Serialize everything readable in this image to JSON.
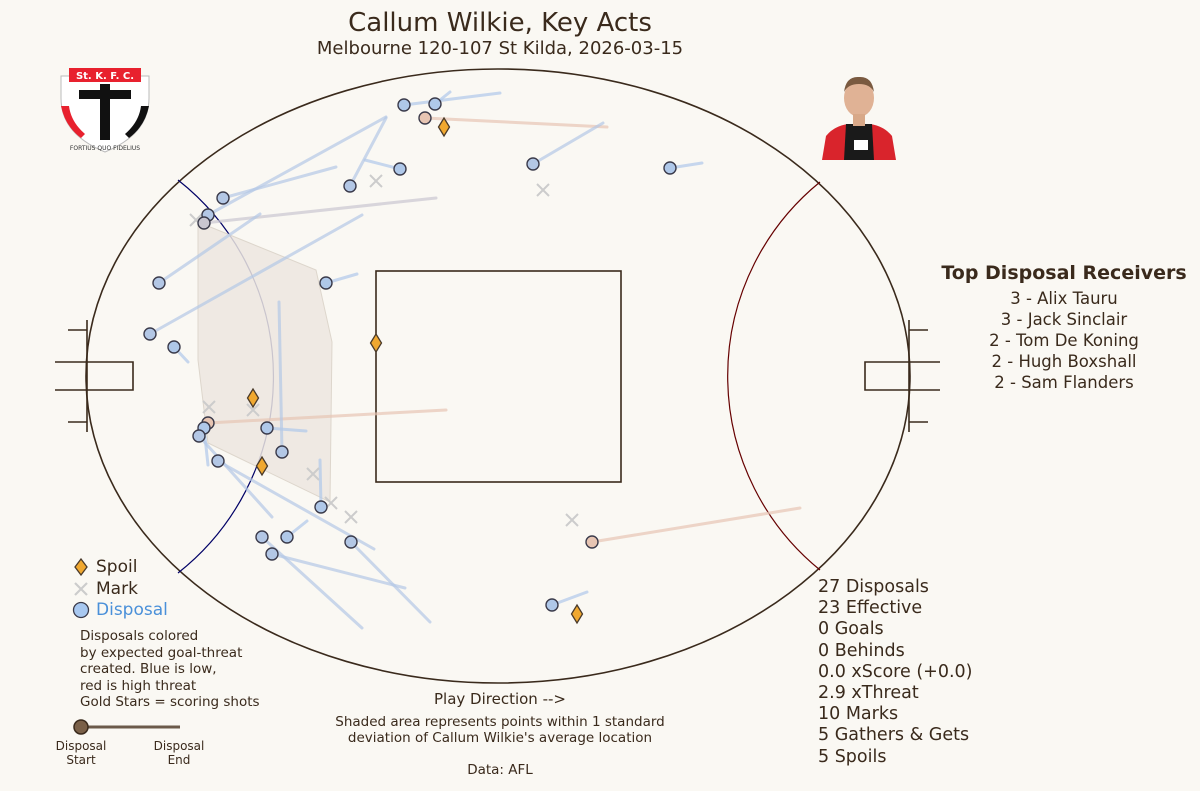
{
  "header": {
    "title": "Callum Wilkie, Key Acts",
    "subtitle": "Melbourne 120-107 St Kilda, 2026-03-15"
  },
  "logo": {
    "text_top": "St. K. F. C.",
    "motto": "FORTIUS QUO FIDELIUS",
    "colors": {
      "red": "#e8212e",
      "black": "#111111",
      "white": "#ffffff"
    }
  },
  "legend": {
    "spoil": "Spoil",
    "mark": "Mark",
    "disposal": "Disposal",
    "note_lines": [
      "Disposals colored",
      "by expected goal-threat",
      "created. Blue is low,",
      "red is high threat",
      "Gold Stars = scoring shots"
    ],
    "key_start": "Disposal\nStart",
    "key_end": "Disposal\nEnd",
    "key_start_lines": [
      "Disposal",
      "Start"
    ],
    "key_end_lines": [
      "Disposal",
      "End"
    ]
  },
  "receivers": {
    "title": "Top Disposal Receivers",
    "items": [
      "3 - Alix Tauru",
      "3 - Jack Sinclair",
      "2 - Tom De Koning",
      "2 - Hugh Boxshall",
      "2 - Sam Flanders"
    ]
  },
  "stats": [
    "27 Disposals",
    "23 Effective",
    "0 Goals",
    "0 Behinds",
    "0.0 xScore (+0.0)",
    "2.9 xThreat",
    "10 Marks",
    "5 Gathers & Gets",
    "5 Spoils"
  ],
  "footer": {
    "play_direction": "Play Direction -->",
    "shade_note_lines": [
      "Shaded area represents points within 1 standard",
      "deviation of Callum Wilkie's average location"
    ],
    "source": "Data: AFL"
  },
  "colors": {
    "ground_line": "#3a2a1c",
    "arc_left": "#000066",
    "arc_right": "#660000",
    "disposal_low": "#a8c8f0",
    "disposal_high": "#f2c4a8",
    "spoil_fill": "#f0a830",
    "mark_color": "#cccccc",
    "shade": "#ece6df"
  },
  "chart_data": {
    "type": "scatter",
    "coordinate_system": "field pixel space (1200x791 render)",
    "shaded_region": [
      [
        198,
        222
      ],
      [
        316,
        270
      ],
      [
        332,
        342
      ],
      [
        330,
        502
      ],
      [
        208,
        443
      ],
      [
        198,
        360
      ]
    ],
    "disposals": [
      {
        "start": [
          404,
          105
        ],
        "end": [
          500,
          93
        ],
        "threat": 0.1
      },
      {
        "start": [
          435,
          104
        ],
        "end": [
          450,
          92
        ],
        "threat": 0.1
      },
      {
        "start": [
          425,
          118
        ],
        "end": [
          607,
          127
        ],
        "threat": 0.85
      },
      {
        "start": [
          533,
          164
        ],
        "end": [
          603,
          123
        ],
        "threat": 0.15
      },
      {
        "start": [
          670,
          168
        ],
        "end": [
          702,
          163
        ],
        "threat": 0.1
      },
      {
        "start": [
          400,
          169
        ],
        "end": [
          365,
          160
        ],
        "threat": 0.1
      },
      {
        "start": [
          350,
          186
        ],
        "end": [
          386,
          118
        ],
        "threat": 0.15
      },
      {
        "start": [
          223,
          198
        ],
        "end": [
          336,
          167
        ],
        "threat": 0.15
      },
      {
        "start": [
          208,
          215
        ],
        "end": [
          386,
          117
        ],
        "threat": 0.15
      },
      {
        "start": [
          204,
          223
        ],
        "end": [
          436,
          198
        ],
        "threat": 0.45
      },
      {
        "start": [
          159,
          283
        ],
        "end": [
          260,
          214
        ],
        "threat": 0.15
      },
      {
        "start": [
          326,
          283
        ],
        "end": [
          357,
          274
        ],
        "threat": 0.1
      },
      {
        "start": [
          150,
          334
        ],
        "end": [
          362,
          215
        ],
        "threat": 0.15
      },
      {
        "start": [
          174,
          347
        ],
        "end": [
          188,
          362
        ],
        "threat": 0.1
      },
      {
        "start": [
          208,
          423
        ],
        "end": [
          446,
          410
        ],
        "threat": 0.85
      },
      {
        "start": [
          204,
          428
        ],
        "end": [
          208,
          465
        ],
        "threat": 0.1
      },
      {
        "start": [
          199,
          436
        ],
        "end": [
          272,
          517
        ],
        "threat": 0.15
      },
      {
        "start": [
          267,
          428
        ],
        "end": [
          306,
          431
        ],
        "threat": 0.1
      },
      {
        "start": [
          282,
          452
        ],
        "end": [
          279,
          302
        ],
        "threat": 0.15
      },
      {
        "start": [
          218,
          461
        ],
        "end": [
          374,
          549
        ],
        "threat": 0.15
      },
      {
        "start": [
          321,
          507
        ],
        "end": [
          320,
          460
        ],
        "threat": 0.1
      },
      {
        "start": [
          262,
          537
        ],
        "end": [
          362,
          628
        ],
        "threat": 0.15
      },
      {
        "start": [
          287,
          537
        ],
        "end": [
          307,
          521
        ],
        "threat": 0.1
      },
      {
        "start": [
          272,
          554
        ],
        "end": [
          405,
          588
        ],
        "threat": 0.15
      },
      {
        "start": [
          351,
          542
        ],
        "end": [
          430,
          622
        ],
        "threat": 0.15
      },
      {
        "start": [
          592,
          542
        ],
        "end": [
          800,
          508
        ],
        "threat": 0.85
      },
      {
        "start": [
          552,
          605
        ],
        "end": [
          587,
          592
        ],
        "threat": 0.1
      }
    ],
    "marks": [
      [
        376,
        181
      ],
      [
        543,
        190
      ],
      [
        196,
        220
      ],
      [
        209,
        407
      ],
      [
        253,
        410
      ],
      [
        313,
        474
      ],
      [
        331,
        503
      ],
      [
        351,
        517
      ],
      [
        572,
        520
      ]
    ],
    "spoils": [
      [
        444,
        127
      ],
      [
        376,
        343
      ],
      [
        253,
        398
      ],
      [
        262,
        466
      ],
      [
        577,
        614
      ]
    ]
  }
}
